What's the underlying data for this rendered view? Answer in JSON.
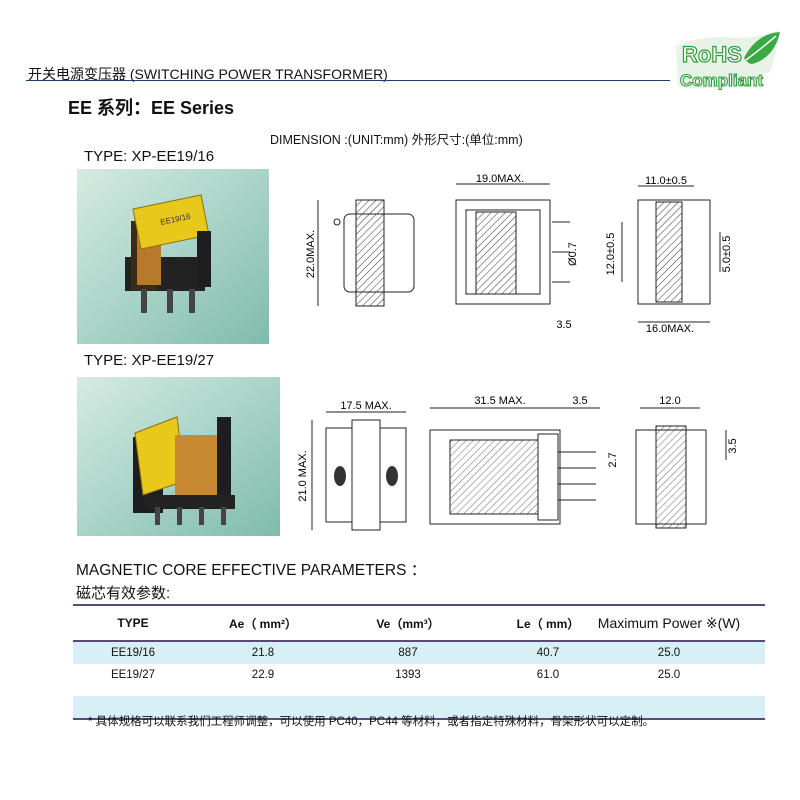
{
  "header": {
    "title": "开关电源变压器 (SWITCHING POWER TRANSFORMER)",
    "badge_line1": "RoHS",
    "badge_line2": "Compliant",
    "colors": {
      "rule": "#1b3f6b",
      "badge": "#2e9b3a",
      "table_rule": "#5a4a7a",
      "table_alt": "#d7f0f5"
    }
  },
  "series_title": "EE 系列：EE Series",
  "dimension_label": "DIMENSION :(UNIT:mm)  外形尺寸:(单位:mm)",
  "products": [
    {
      "type_label": "TYPE: XP-EE19/16",
      "dims": {
        "height": "22.0MAX.",
        "length": "19.0MAX.",
        "pin_dia": "Ø0.7",
        "pin_offset": "3.5",
        "width_top": "11.0±0.5",
        "width_bottom": "16.0MAX.",
        "pitch_left": "12.0±0.5",
        "pitch_right": "5.0±0.5"
      }
    },
    {
      "type_label": "TYPE: XP-EE19/27",
      "dims": {
        "width": "17.5 MAX.",
        "height": "21.0 MAX.",
        "length": "31.5 MAX.",
        "pin_offset": "3.5",
        "pin_height": "2.7",
        "side_width": "12.0",
        "side_pitch": "3.5"
      }
    }
  ],
  "params": {
    "title": "MAGNETIC CORE EFFECTIVE PARAMETERS  ：",
    "subtitle": "磁芯有效参数:",
    "columns": [
      "TYPE",
      "Ae（ mm²）",
      "Ve（mm³）",
      "Le（ mm）",
      "Maximum Power ※(W)"
    ],
    "rows": [
      [
        "EE19/16",
        "21.8",
        "887",
        "40.7",
        "25.0"
      ],
      [
        "EE19/27",
        "22.9",
        "1393",
        "61.0",
        "25.0"
      ]
    ]
  },
  "footnote": "*  具体规格可以联系我们工程师调整，可以使用 PC40，PC44 等材料，或者指定特殊材料，骨架形状可以定制。"
}
